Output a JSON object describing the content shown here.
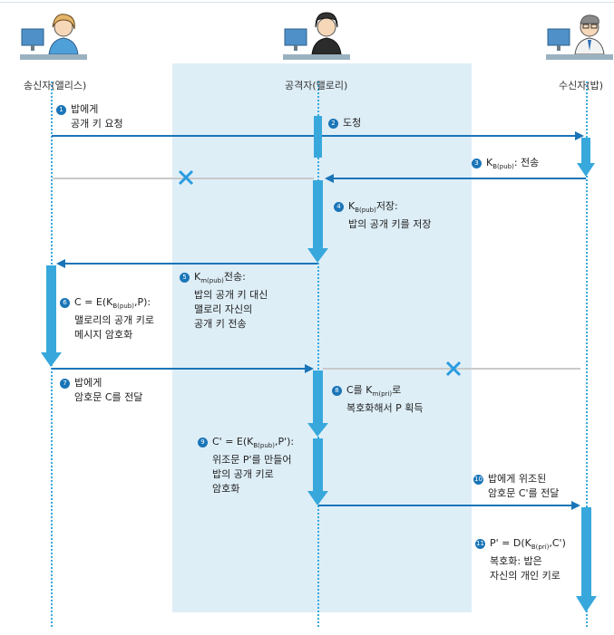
{
  "actors": {
    "alice": {
      "label": "송신자(앨리스)",
      "icon": "person-at-computer-icon"
    },
    "mallory": {
      "label": "공격자(맬로리)",
      "icon": "person-at-computer-icon"
    },
    "bob": {
      "label": "수신자(밥)",
      "icon": "person-at-computer-icon"
    }
  },
  "steps": {
    "s1": {
      "n": "1",
      "line1": "밥에게",
      "line2": "공개 키 요청"
    },
    "s2": {
      "n": "2",
      "line1": "도청"
    },
    "s3": {
      "n": "3",
      "pre": "K",
      "sub": "B(pub)",
      "post": ": 전송"
    },
    "s4": {
      "n": "4",
      "pre": "K",
      "sub": "B(pub)",
      "post": "저장:",
      "line2": "밥의 공개 키를 저장"
    },
    "s5": {
      "n": "5",
      "pre": "K",
      "sub": "m(pub)",
      "post": "전송:",
      "line2": "밥의 공개 키 대신",
      "line3": "맬로리 자신의",
      "line4": "공개 키 전송"
    },
    "s6": {
      "n": "6",
      "pre": "C = E(K",
      "sub": "B(pub)",
      "post": ",P):",
      "line2": "맬로리의 공개 키로",
      "line3": "메시지 암호화"
    },
    "s7": {
      "n": "7",
      "line1": "밥에게",
      "line2": "암호문 C를 전달"
    },
    "s8": {
      "n": "8",
      "pre": "C를 K",
      "sub": "m(pri)",
      "post": "로",
      "line2": "복호화해서 P 획득"
    },
    "s9": {
      "n": "9",
      "pre": "C' = E(K",
      "sub": "B(pub)",
      "post": ",P'):",
      "line2": "위조문 P'를 만들어",
      "line3": "밥의 공개 키로",
      "line4": "암호화"
    },
    "s10": {
      "n": "10",
      "line1": "밥에게 위조된",
      "line2": "암호문 C'를 전달"
    },
    "s11": {
      "n": "11",
      "pre": "P' = D(K",
      "sub": "B(pri)",
      "post": ",C')",
      "line2": "복호화: 밥은",
      "line3": "자신의 개인 키로"
    }
  },
  "colors": {
    "arrow": "#1a75b8",
    "bar": "#38a8dc",
    "panel": "#deeef7",
    "cross": "#2a9ce0",
    "blocked": "#c9c9c9"
  }
}
